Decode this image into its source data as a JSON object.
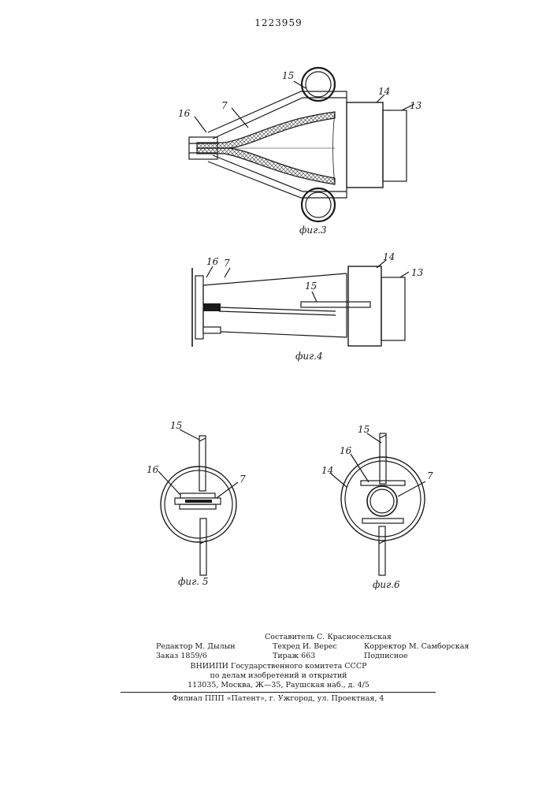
{
  "document_number": "1223959",
  "figures": {
    "fig3": {
      "caption": "фиг.3",
      "labels": {
        "l15": "15",
        "l14": "14",
        "l13": "13",
        "l16": "16",
        "l7": "7"
      }
    },
    "fig4": {
      "caption": "фиг.4",
      "labels": {
        "l16": "16",
        "l7": "7",
        "l14": "14",
        "l13": "13",
        "l15": "15"
      }
    },
    "fig5": {
      "caption": "фиг. 5",
      "labels": {
        "l15": "15",
        "l16": "16",
        "l7": "7"
      }
    },
    "fig6": {
      "caption": "фиг.6",
      "labels": {
        "l15": "15",
        "l16": "16",
        "l14": "14",
        "l7": "7"
      }
    }
  },
  "imprint": {
    "compiler": "Составитель С. Красносельская",
    "editor": "Редактор М. Дылын",
    "techred": "Техред И. Верес",
    "corrector": "Корректор М. Самборская",
    "order": "Заказ 1859/6",
    "circulation": "Тираж 663",
    "subscription": "Подписное",
    "org_line1": "ВНИИПИ  Государственного  комитета  СССР",
    "org_line2": "по  делам  изобретений  и  открытий",
    "org_line3": "113035,  Москва,  Ж—35,  Раушская  наб.,  д.  4/5",
    "branch": "Филиал  ППП  «Патент»,  г.  Ужгород,  ул.  Проектная,  4"
  }
}
